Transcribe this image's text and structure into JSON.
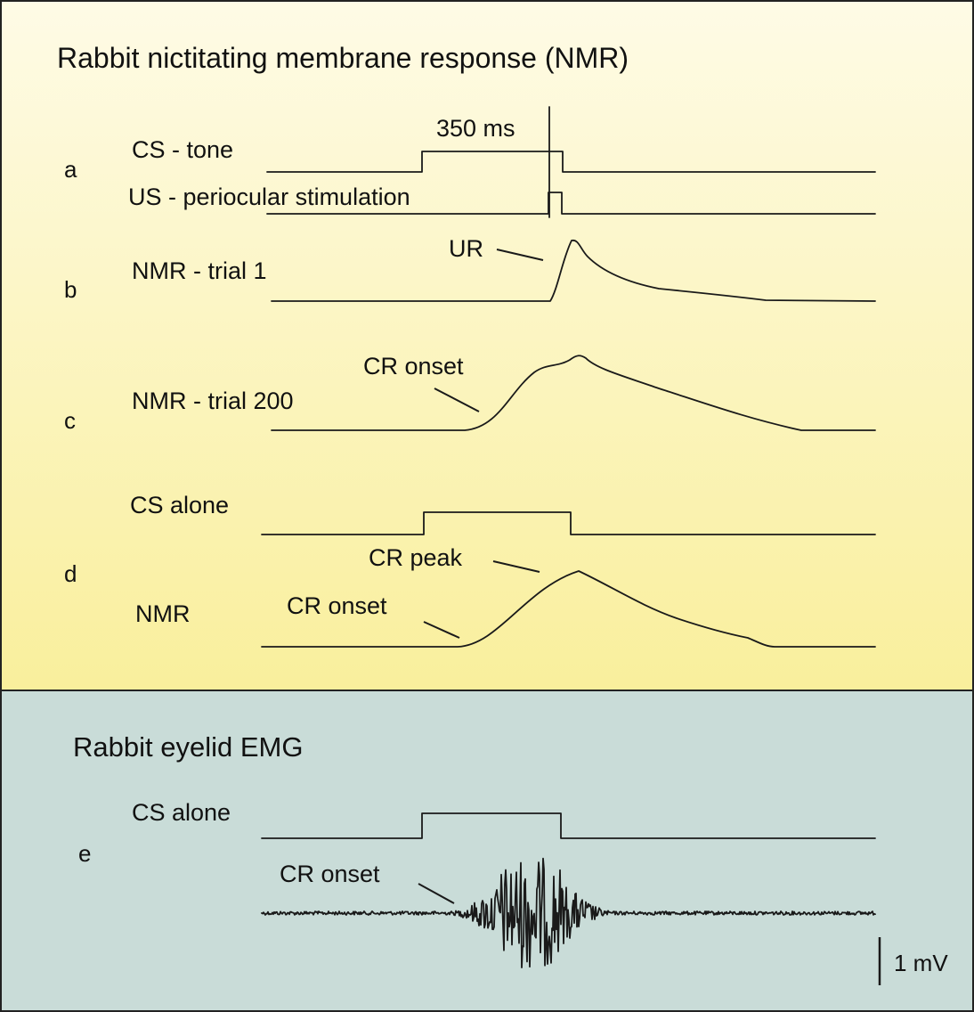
{
  "top_panel": {
    "title": "Rabbit nictitating membrane response (NMR)",
    "bg_color": "#fcf4b0",
    "rows": {
      "a": {
        "letter": "a",
        "cs_label": "CS - tone",
        "us_label": "US - periocular stimulation",
        "interval_label": "350 ms"
      },
      "b": {
        "letter": "b",
        "trace_label": "NMR - trial 1",
        "annotation": "UR"
      },
      "c": {
        "letter": "c",
        "trace_label": "NMR - trial 200",
        "annotation": "CR onset"
      },
      "d": {
        "letter": "d",
        "cs_label": "CS alone",
        "trace_label": "NMR",
        "peak_annotation": "CR peak",
        "onset_annotation": "CR onset"
      }
    }
  },
  "bottom_panel": {
    "title": "Rabbit eyelid EMG",
    "bg_color": "#c9dcd8",
    "rows": {
      "e": {
        "letter": "e",
        "cs_label": "CS alone",
        "onset_annotation": "CR onset",
        "scale_bar_label": "1 mV"
      }
    }
  },
  "trace_color": "#1a1a1a"
}
